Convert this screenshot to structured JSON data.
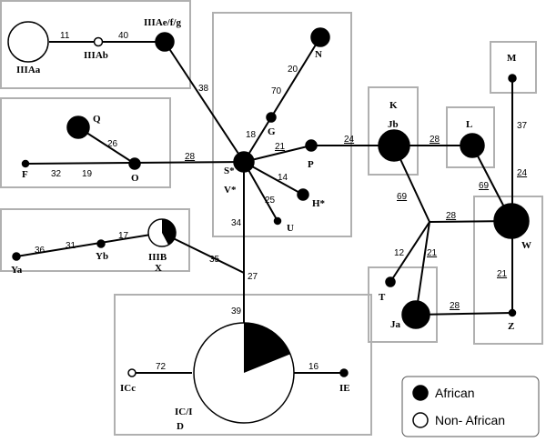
{
  "nodes": {
    "IIIAa": "IIIAa",
    "IIIAb": "IIIAb",
    "IIIAefg": "IIIAe/f/g",
    "N": "N",
    "Q": "Q",
    "F": "F",
    "O": "O",
    "G": "G",
    "S": "S*",
    "V": "V*",
    "P": "P",
    "H": "H*",
    "U": "U",
    "Ya": "Ya",
    "Yb": "Yb",
    "IIIB": "IIIB",
    "X": "X",
    "K": "K",
    "Jb": "Jb",
    "L": "L",
    "M": "M",
    "W": "W",
    "T": "T",
    "Ja": "Ja",
    "Z": "Z",
    "ICc": "ICc",
    "IE": "IE",
    "ICI": "IC/I",
    "D": "D"
  },
  "edges": {
    "aa_ab": "11",
    "ab_efg": "40",
    "efg_s": "38",
    "n_g": "20",
    "g_s_a": "70",
    "g_s_b": "18",
    "q_o": "26",
    "f_o_a": "32",
    "f_o_b": "19",
    "o_s": "28",
    "s_p": "21",
    "p_jb": "24",
    "s_h": "14",
    "s_u": "25",
    "s_x": "34",
    "ya_yb_a": "36",
    "ya_yb_b": "31",
    "yb_x": "17",
    "x_s": "35",
    "s_ic": "27",
    "ic_top": "39",
    "jb_l": "28",
    "m_w_a": "37",
    "m_w_b": "24",
    "l_w": "69",
    "jb_hub": "69",
    "hub_w": "28",
    "hub_t": "12",
    "hub_ja": "21",
    "w_z": "21",
    "ja_z": "28",
    "icc_ic": "72",
    "ic_ie": "16"
  },
  "legend": {
    "african": "African",
    "non_african": "Non- African"
  },
  "colors": {
    "african": "#000000",
    "non_african": "#ffffff",
    "group_box": "#b0b0b0"
  }
}
